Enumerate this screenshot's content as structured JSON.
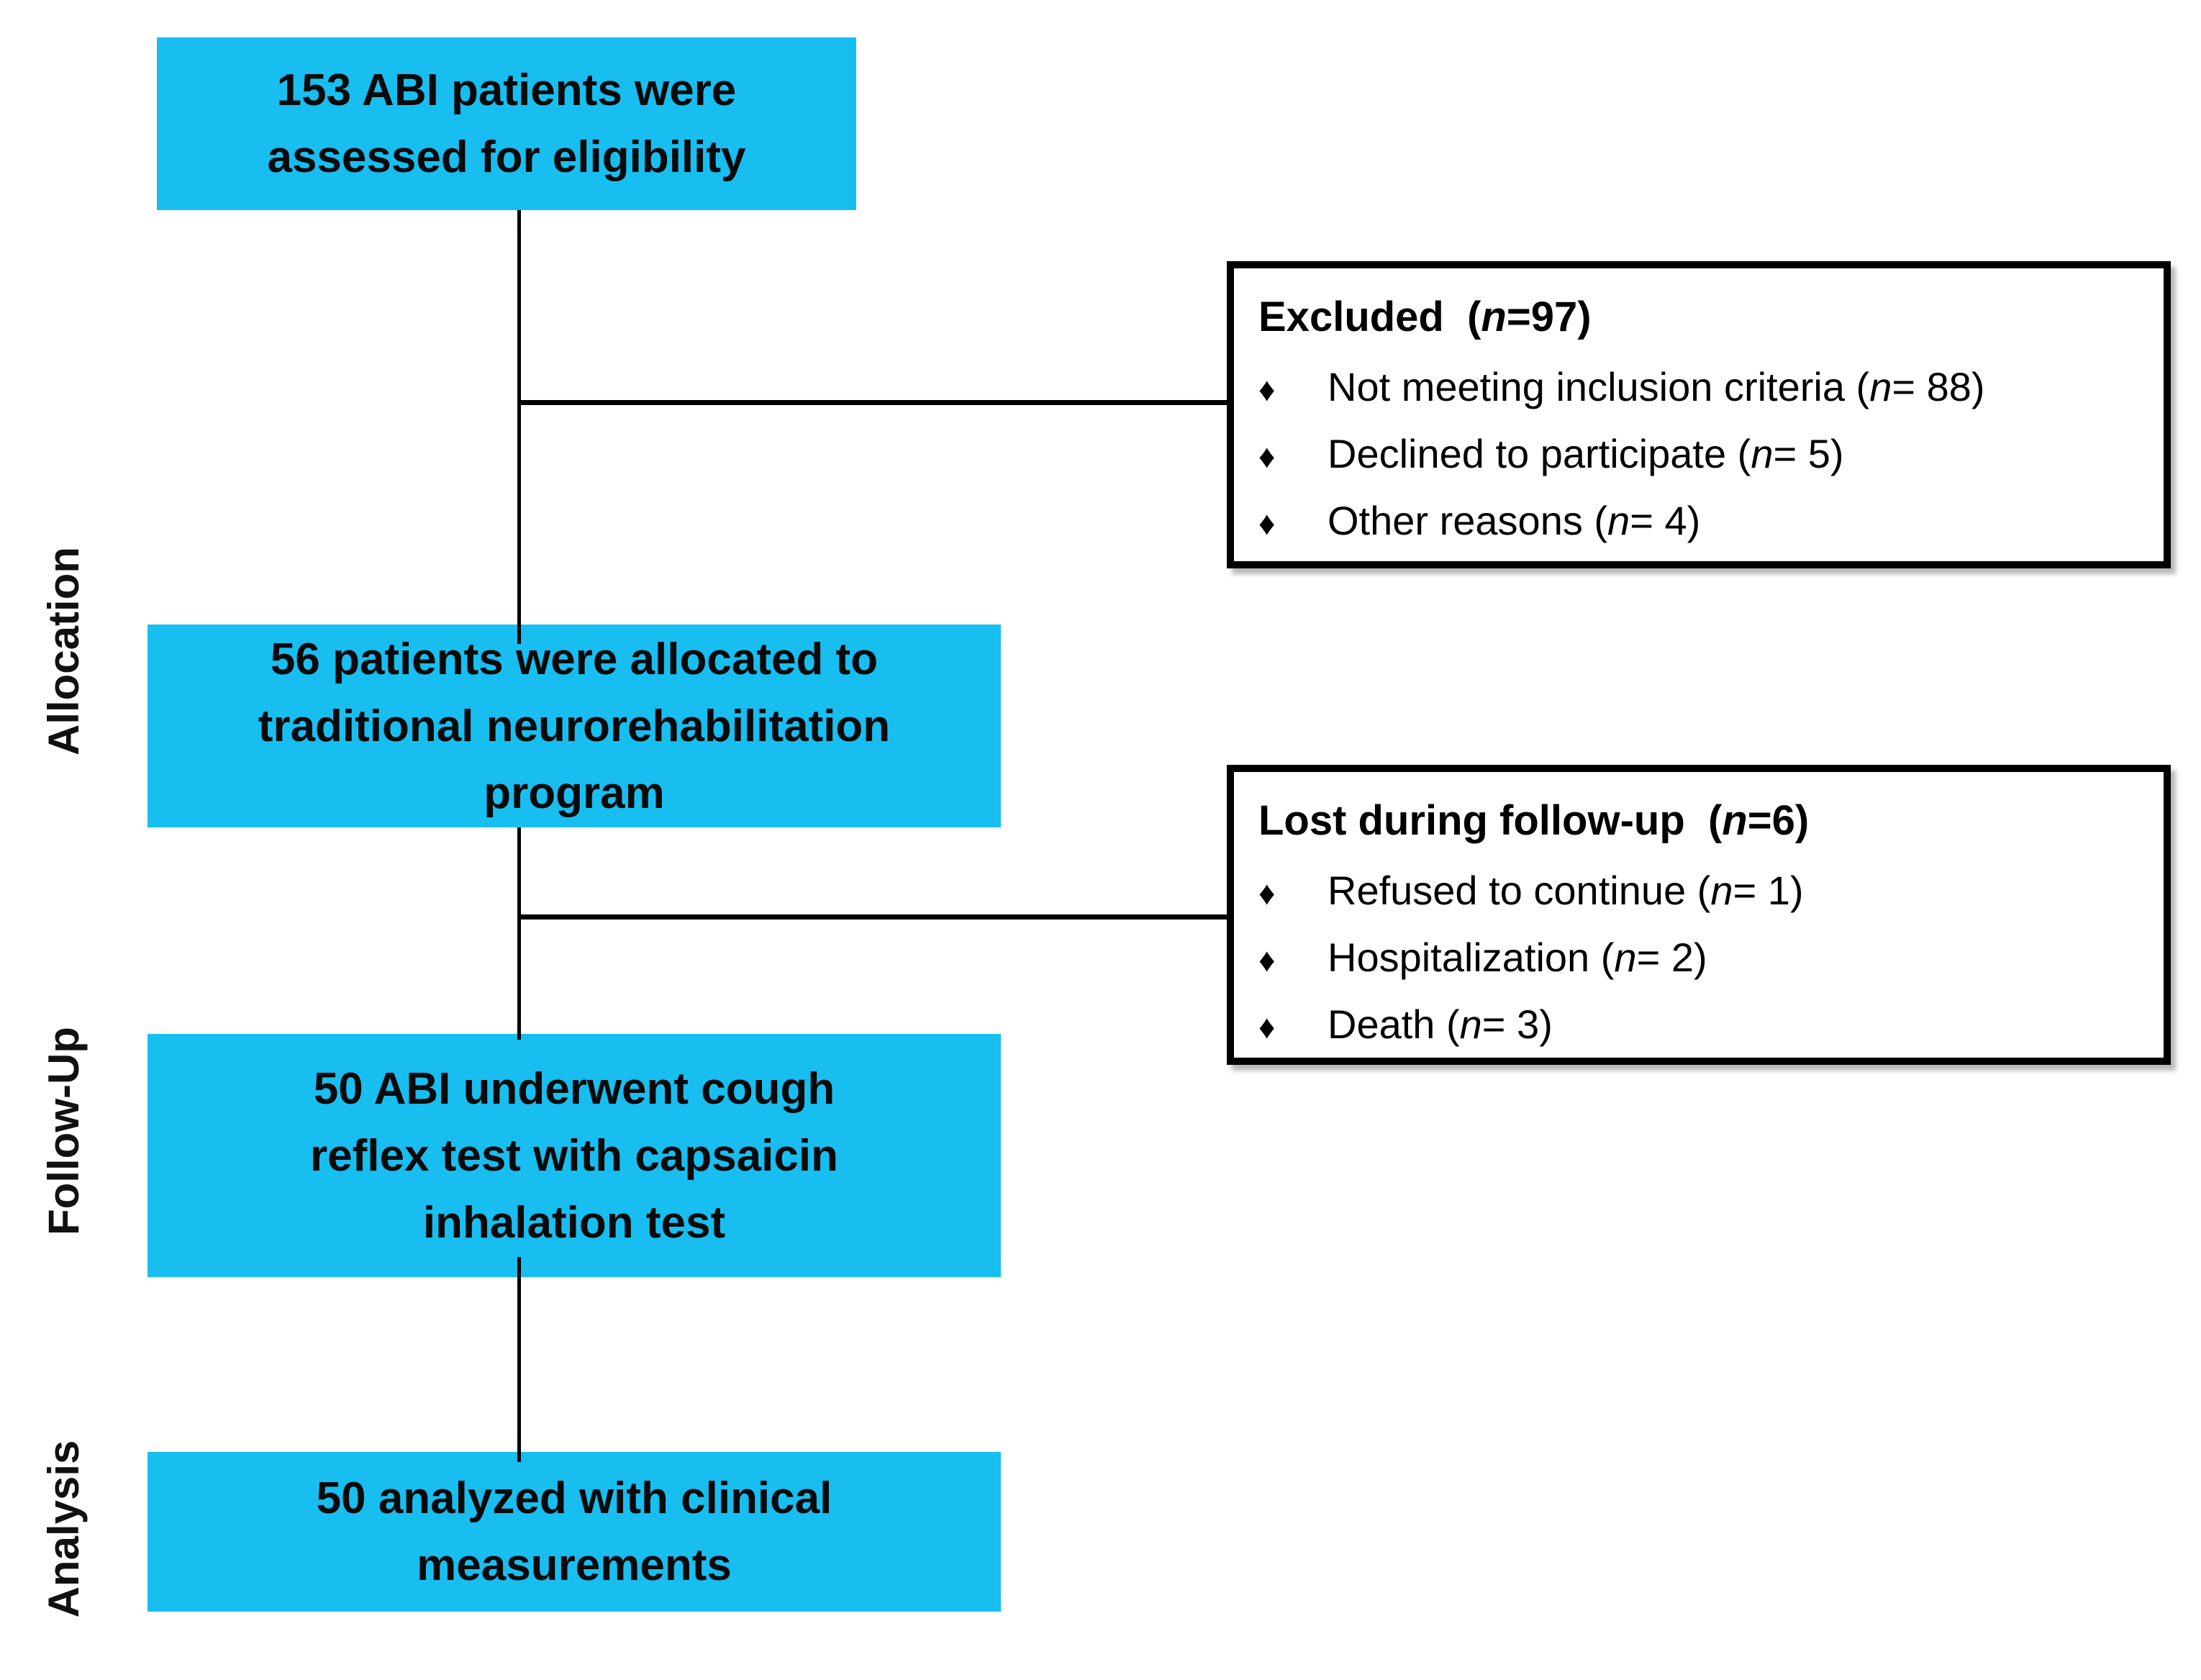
{
  "colors": {
    "stage_fill": "#18BEF0",
    "line": "#000000",
    "reason_border": "#000000",
    "text": "#000000"
  },
  "glyphs": {
    "diamond": "♦"
  },
  "stages": {
    "eligibility": {
      "lines": [
        "153 ABI patients were",
        "assessed for eligibility"
      ]
    },
    "allocation": {
      "lines": [
        "56 patients were allocated to",
        "traditional neurorehabilitation",
        "program"
      ]
    },
    "followup": {
      "lines": [
        "50 ABI underwent cough",
        "reflex test with capsaicin",
        "inhalation test"
      ]
    },
    "analysis": {
      "lines": [
        "50 analyzed with clinical",
        "measurements"
      ]
    }
  },
  "side_labels": {
    "allocation": "Allocation",
    "followup": "Follow-Up",
    "analysis": "Analysis"
  },
  "excluded": {
    "title_segments": [
      {
        "t": "Excluded  ("
      },
      {
        "t": "n",
        "i": true
      },
      {
        "t": "=97)"
      }
    ],
    "items": [
      {
        "segments": [
          {
            "t": "Not meeting inclusion criteria ("
          },
          {
            "t": "n",
            "i": true
          },
          {
            "t": "= 88)"
          }
        ]
      },
      {
        "segments": [
          {
            "t": "Declined to participate ("
          },
          {
            "t": "n",
            "i": true
          },
          {
            "t": "= 5)"
          }
        ]
      },
      {
        "segments": [
          {
            "t": "Other reasons ("
          },
          {
            "t": "n",
            "i": true
          },
          {
            "t": "= 4)"
          }
        ]
      }
    ]
  },
  "lost": {
    "title_segments": [
      {
        "t": "Lost during follow-up  ("
      },
      {
        "t": "n",
        "i": true
      },
      {
        "t": "=6)"
      }
    ],
    "items": [
      {
        "segments": [
          {
            "t": "Refused to continue ("
          },
          {
            "t": "n",
            "i": true
          },
          {
            "t": "= 1)"
          }
        ]
      },
      {
        "segments": [
          {
            "t": "Hospitalization ("
          },
          {
            "t": "n",
            "i": true
          },
          {
            "t": "= 2)"
          }
        ]
      },
      {
        "segments": [
          {
            "t": "Death ("
          },
          {
            "t": "n",
            "i": true
          },
          {
            "t": "= 3)"
          }
        ]
      }
    ]
  }
}
